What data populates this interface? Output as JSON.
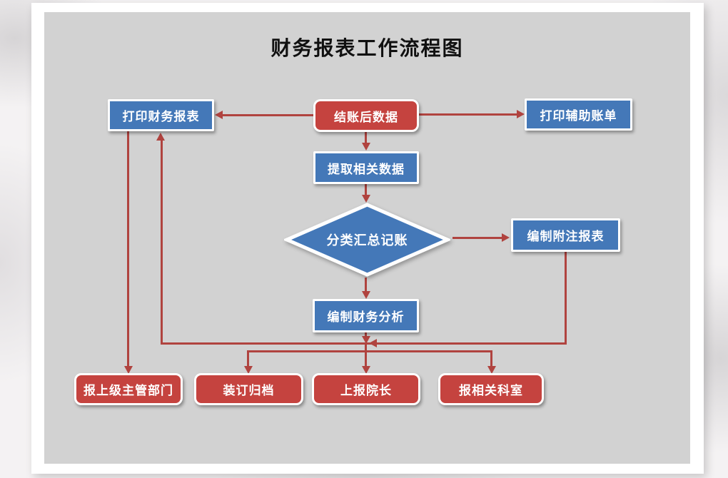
{
  "title": "财务报表工作流程图",
  "colors": {
    "box_blue": "#4478b8",
    "box_red": "#c5433f",
    "connector_red": "#b0433f",
    "slide_canvas_gray": "#d2d2d2",
    "slide_frame_white": "#ffffff",
    "title_black": "#101010"
  },
  "nodes": {
    "closing_data": {
      "label": "结账后数据",
      "shape": "rounded-rect",
      "color": "red"
    },
    "print_financial": {
      "label": "打印财务报表",
      "shape": "rect",
      "color": "blue"
    },
    "print_auxiliary": {
      "label": "打印辅助账单",
      "shape": "rect",
      "color": "blue"
    },
    "extract_data": {
      "label": "提取相关数据",
      "shape": "rect",
      "color": "blue"
    },
    "classify_summary": {
      "label": "分类汇总记账",
      "shape": "diamond",
      "color": "blue"
    },
    "notes_report": {
      "label": "编制附注报表",
      "shape": "rect",
      "color": "blue"
    },
    "financial_analysis": {
      "label": "编制财务分析",
      "shape": "rect",
      "color": "blue"
    },
    "report_superior": {
      "label": "报上级主管部门",
      "shape": "rounded-rect",
      "color": "red"
    },
    "binding_archive": {
      "label": "装订归档",
      "shape": "rounded-rect",
      "color": "red"
    },
    "report_dean": {
      "label": "上报院长",
      "shape": "rounded-rect",
      "color": "red"
    },
    "report_departments": {
      "label": "报相关科室",
      "shape": "rounded-rect",
      "color": "red"
    }
  },
  "edges": [
    {
      "from": "closing_data",
      "to": "print_financial"
    },
    {
      "from": "closing_data",
      "to": "print_auxiliary"
    },
    {
      "from": "closing_data",
      "to": "extract_data"
    },
    {
      "from": "extract_data",
      "to": "classify_summary"
    },
    {
      "from": "classify_summary",
      "to": "notes_report"
    },
    {
      "from": "classify_summary",
      "to": "financial_analysis"
    },
    {
      "from": "notes_report",
      "to": "print_financial"
    },
    {
      "from": "financial_analysis",
      "to": "binding_archive"
    },
    {
      "from": "financial_analysis",
      "to": "report_dean"
    },
    {
      "from": "financial_analysis",
      "to": "report_departments"
    },
    {
      "from": "print_financial",
      "to": "report_superior"
    }
  ]
}
